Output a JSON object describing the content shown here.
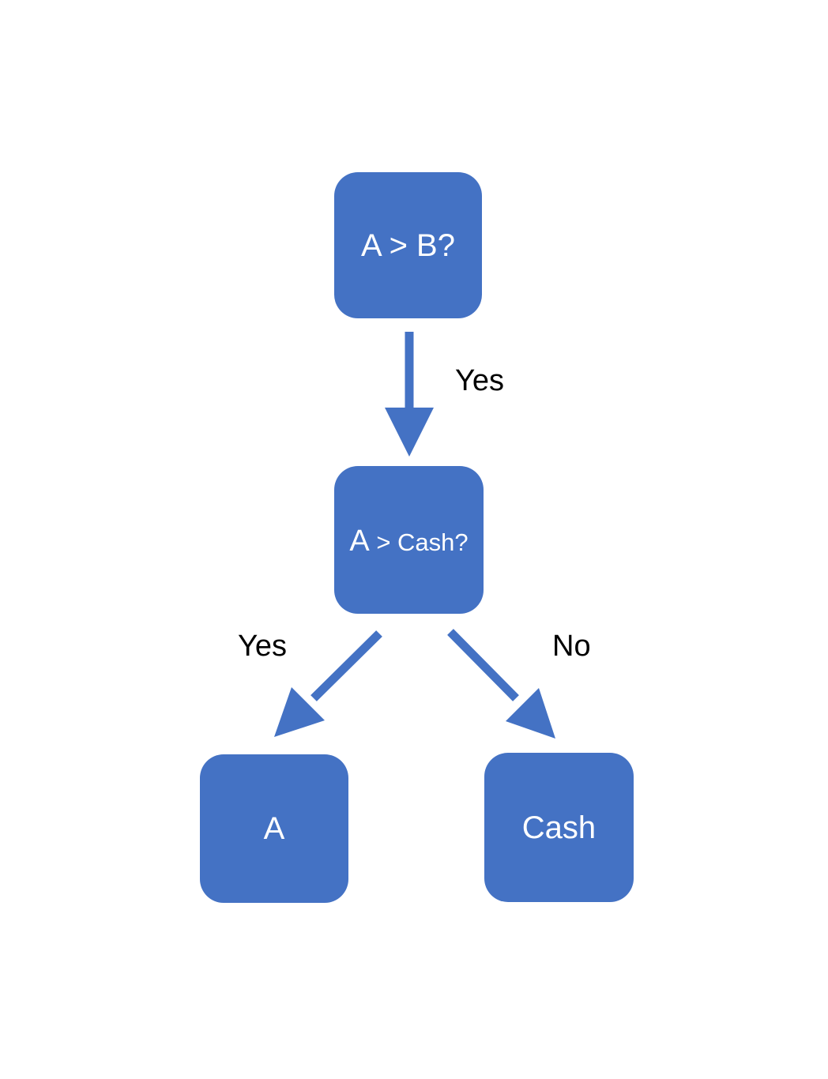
{
  "diagram": {
    "type": "flowchart",
    "background": "#ffffff",
    "colors": {
      "node_fill": "#4472C4",
      "node_text": "#ffffff",
      "arrow": "#4472C4",
      "edge_label_text": "#000000"
    },
    "nodes": [
      {
        "id": "decision-a-vs-b",
        "label": "A > B?"
      },
      {
        "id": "decision-a-vs-cash",
        "label": "A > Cash?",
        "label_prefix": "A",
        "label_rest": " > Cash?"
      },
      {
        "id": "result-a",
        "label": "A"
      },
      {
        "id": "result-cash",
        "label": "Cash"
      }
    ],
    "edges": [
      {
        "from": "decision-a-vs-b",
        "to": "decision-a-vs-cash",
        "label": "Yes"
      },
      {
        "from": "decision-a-vs-cash",
        "to": "result-a",
        "label": "Yes"
      },
      {
        "from": "decision-a-vs-cash",
        "to": "result-cash",
        "label": "No"
      }
    ]
  }
}
